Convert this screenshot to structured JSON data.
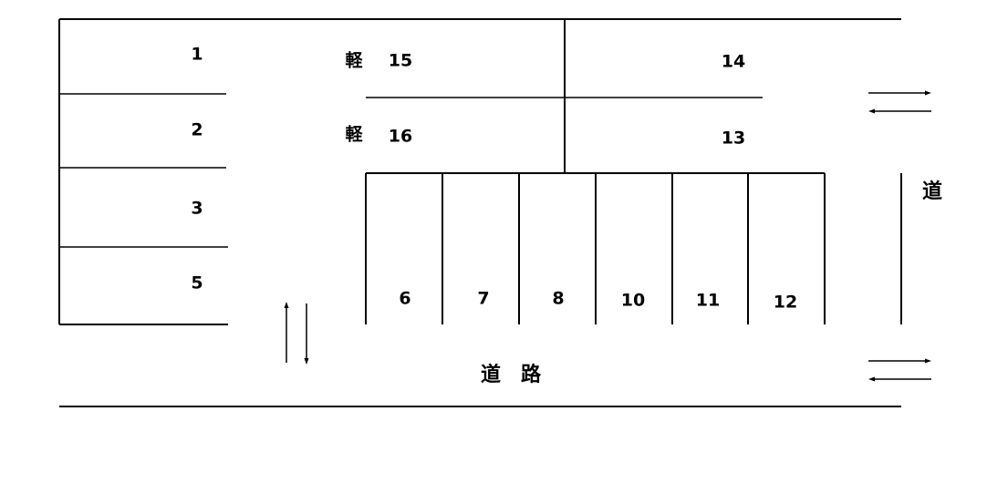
{
  "colors": {
    "line": "#000000",
    "background": "#ffffff"
  },
  "spaces": {
    "left_column": [
      "1",
      "2",
      "3",
      "5"
    ],
    "kei": {
      "mark": "軽",
      "top": "15",
      "bottom": "16"
    },
    "right_block": {
      "top": "14",
      "bottom": "13"
    },
    "row": [
      "6",
      "7",
      "8",
      "10",
      "11",
      "12"
    ]
  },
  "road_labels": {
    "bottom": "道　路",
    "right": "道"
  },
  "icons": [
    "two-way-arrow-icon",
    "two-way-arrow-icon",
    "two-way-arrow-icon"
  ]
}
